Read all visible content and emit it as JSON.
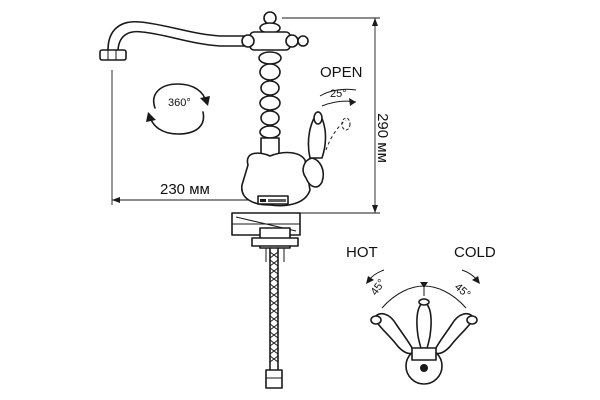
{
  "labels": {
    "open": "OPEN",
    "open_angle": "25°",
    "rotation": "360°",
    "width_dim": "230 мм",
    "height_dim": "290 мм",
    "hot": "HOT",
    "cold": "COLD",
    "hot_angle": "45°",
    "cold_angle": "45°"
  },
  "colors": {
    "line": "#1a1a1a",
    "background": "#ffffff"
  }
}
